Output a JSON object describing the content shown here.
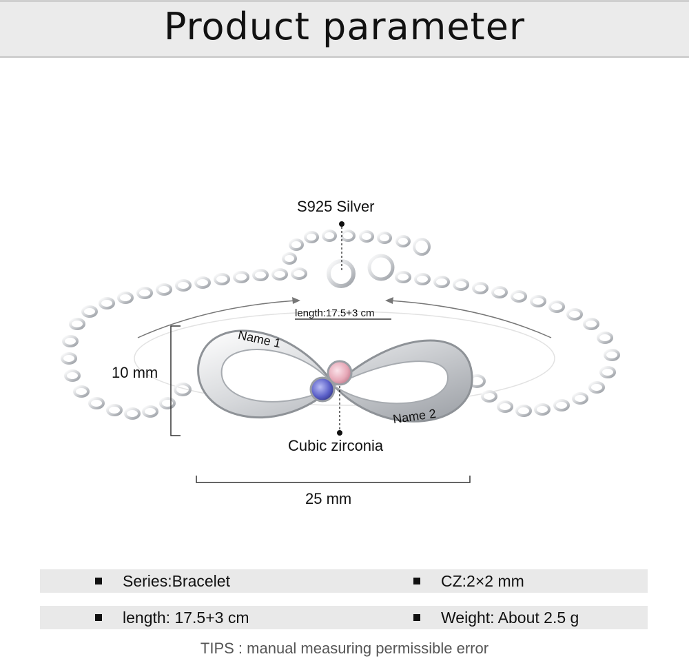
{
  "header": {
    "title": "Product parameter"
  },
  "callouts": {
    "material": "S925  Silver",
    "length": "length:17.5+3 cm",
    "height": "10 mm",
    "width": "25 mm",
    "stone": "Cubic zirconia",
    "engraving_1": "Name 1",
    "engraving_2": "Name 2"
  },
  "specs": {
    "row1": {
      "left": "Series:Bracelet",
      "right": "CZ:2×2 mm"
    },
    "row2": {
      "left": "length:  17.5+3 cm",
      "right": "Weight: About 2.5 g"
    }
  },
  "tips": "TIPS : manual measuring permissible error",
  "colors": {
    "header_bg": "#ebebeb",
    "row_bg": "#e9e9e9",
    "stone_blue": "#5a5fc8",
    "stone_pink": "#e7a9b8",
    "silver": "#c9ccd0"
  }
}
